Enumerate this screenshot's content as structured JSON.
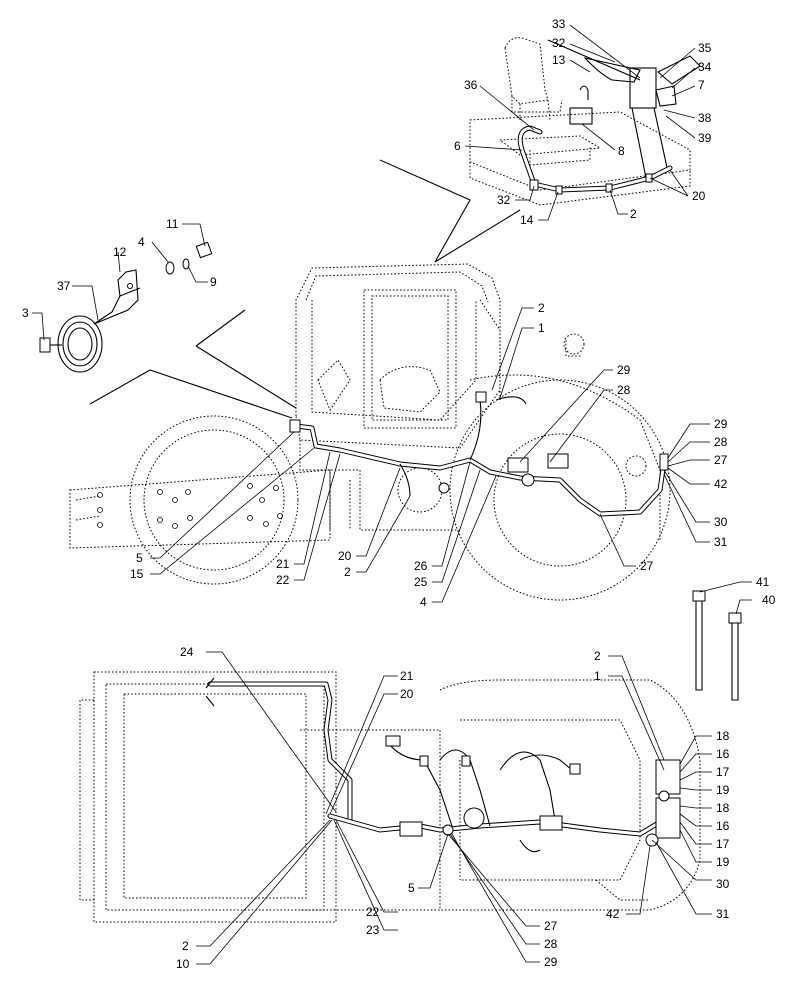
{
  "callouts": {
    "inset": [
      "33",
      "32",
      "13",
      "35",
      "34",
      "7",
      "36",
      "38",
      "39",
      "6",
      "8",
      "32",
      "14",
      "2",
      "20"
    ],
    "horn": [
      "11",
      "12",
      "4",
      "9",
      "37",
      "3"
    ],
    "side": [
      "2",
      "1",
      "29",
      "28",
      "29",
      "28",
      "27",
      "42",
      "30",
      "31",
      "5",
      "15",
      "21",
      "22",
      "20",
      "2",
      "26",
      "25",
      "4",
      "27"
    ],
    "ties": [
      "41",
      "40"
    ],
    "top": [
      "24",
      "21",
      "20",
      "2",
      "1",
      "18",
      "16",
      "17",
      "19",
      "18",
      "16",
      "17",
      "19",
      "30",
      "31",
      "42",
      "5",
      "22",
      "23",
      "27",
      "28",
      "29",
      "2",
      "10"
    ]
  }
}
